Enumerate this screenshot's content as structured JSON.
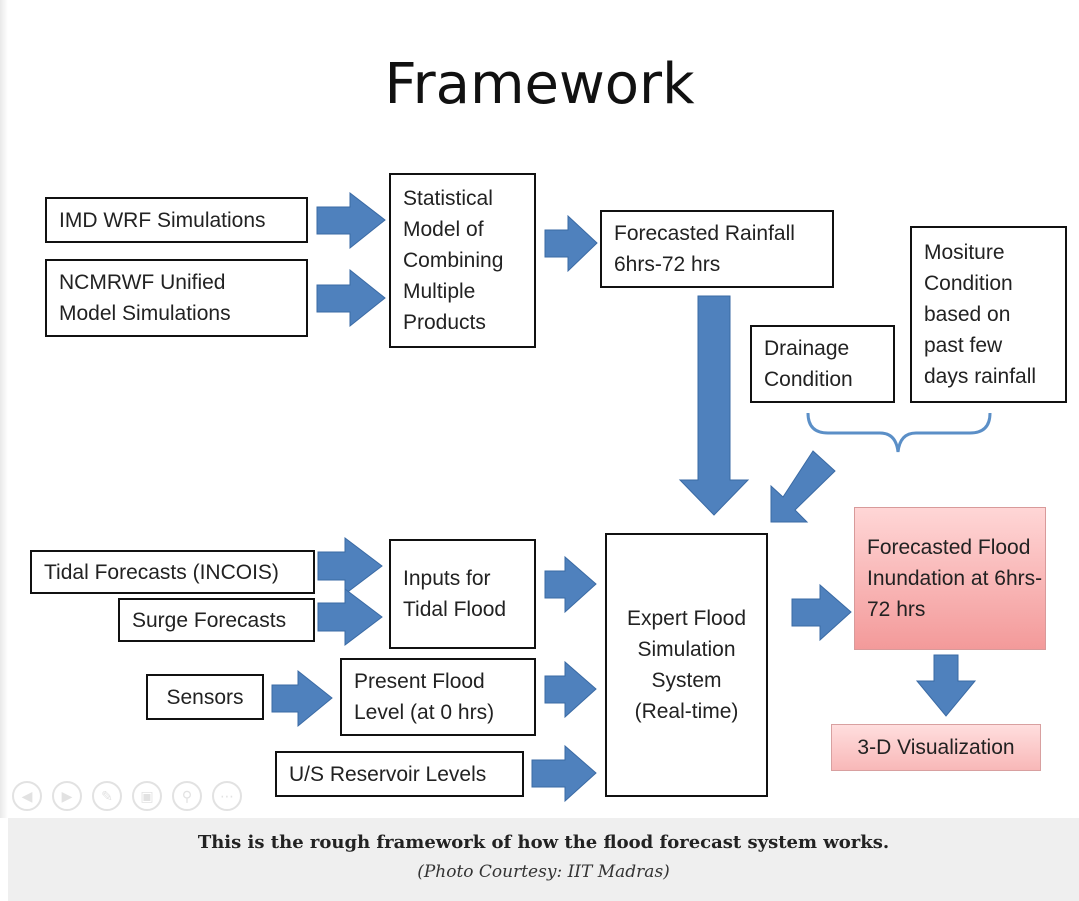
{
  "title": "Framework",
  "boxes": {
    "imd_wrf": "IMD WRF Simulations",
    "ncmrwf": "NCMRWF Unified\nModel Simulations",
    "statistical_model": "Statistical\nModel of\nCombining\nMultiple\nProducts",
    "forecasted_rainfall": "Forecasted Rainfall\n6hrs-72 hrs",
    "drainage": "Drainage\nCondition",
    "moisture": "Mositure\nCondition\nbased on\npast few\ndays rainfall",
    "tidal_forecasts": "Tidal Forecasts (INCOIS)",
    "surge_forecasts": "Surge Forecasts",
    "inputs_tidal": "Inputs for\nTidal Flood",
    "sensors": "Sensors",
    "present_flood": "Present Flood\nLevel (at 0 hrs)",
    "reservoir": "U/S Reservoir Levels",
    "expert_system": "Expert Flood\nSimulation\nSystem\n(Real-time)",
    "flood_inundation": "Forecasted\nFlood\nInundation at\n6hrs-72 hrs",
    "visualization": "3-D Visualization"
  },
  "caption": {
    "main": "This is the rough framework of how the flood forecast system works.",
    "credit": "(Photo Courtesy: IIT Madras)"
  },
  "controls": [
    "back-icon",
    "play-icon",
    "pen-icon",
    "copy-icon",
    "zoom-icon",
    "more-icon"
  ],
  "colors": {
    "arrow": "#4f81bd",
    "arrow_dark": "#3a6aa4",
    "highlight_pink": "#f39a9a",
    "brace": "#5b8fc7"
  }
}
